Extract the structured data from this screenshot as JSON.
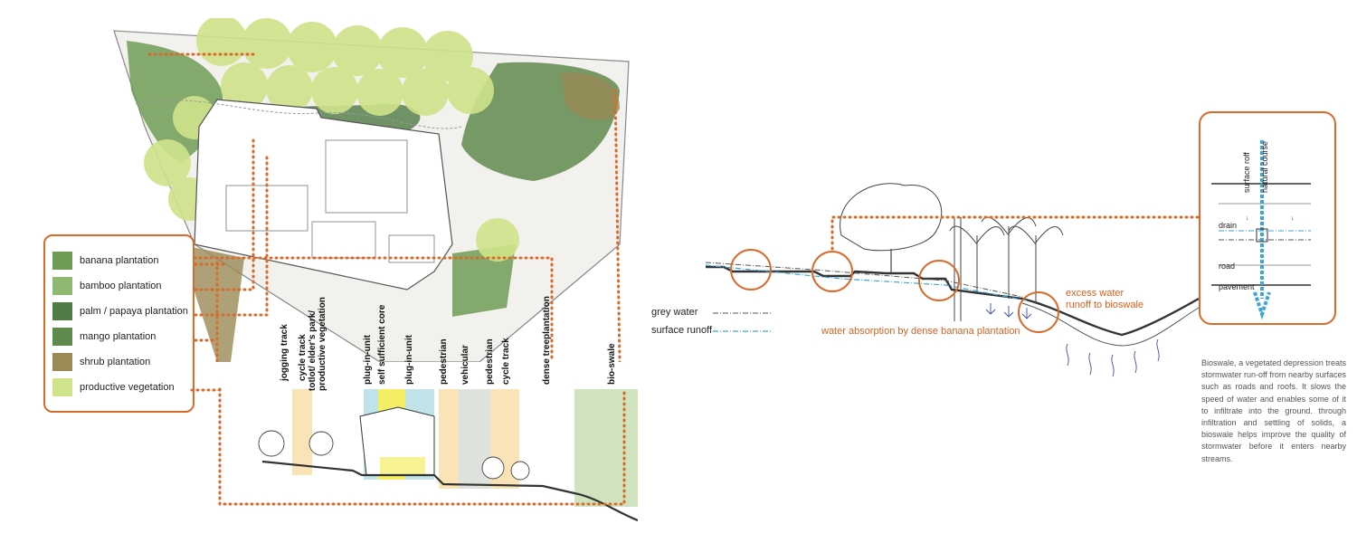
{
  "legend": {
    "items": [
      {
        "label": "banana plantation",
        "color": "#6e9c55"
      },
      {
        "label": "bamboo plantation",
        "color": "#8fb872"
      },
      {
        "label": "palm / papaya plantation",
        "color": "#4f7b45"
      },
      {
        "label": "mango plantation",
        "color": "#5f8a4e"
      },
      {
        "label": "shrub plantation",
        "color": "#9a8a55"
      },
      {
        "label": "productive vegetation",
        "color": "#cfe38a"
      }
    ]
  },
  "section_labels": [
    "jogging track",
    "cycle track",
    "totlot/ elder's park/ productive vegetation",
    "plug-in-unit",
    "self sufficient core",
    "plug-in-unit",
    "pedestrian",
    "vehicular",
    "pedestrian",
    "cycle track",
    "dense treeplantation",
    "bio-swale"
  ],
  "bioswale_section": {
    "grey_water": "grey water",
    "surface_runoff": "surface runoff",
    "excess_water": "excess water",
    "runoff_to_bioswale": "runoff to bioswale",
    "absorption": "water absorption by dense banana plantation"
  },
  "inset": {
    "surface_roff": "surface roff",
    "natural_course": "natural course",
    "drain": "drain",
    "road": "road",
    "pavement": "pavement"
  },
  "description": "Bioswale, a vegetated depression treats stormwater run-off from nearby surfaces such as roads and roofs. It slows the speed of water and enables some of it to infiltrate into the ground. through infiltration and settling of solids, a bioswale helps improve the quality of stormwater before it enters nearby streams.",
  "colors": {
    "accent": "#d86a2a",
    "water": "#3aa7d6"
  }
}
